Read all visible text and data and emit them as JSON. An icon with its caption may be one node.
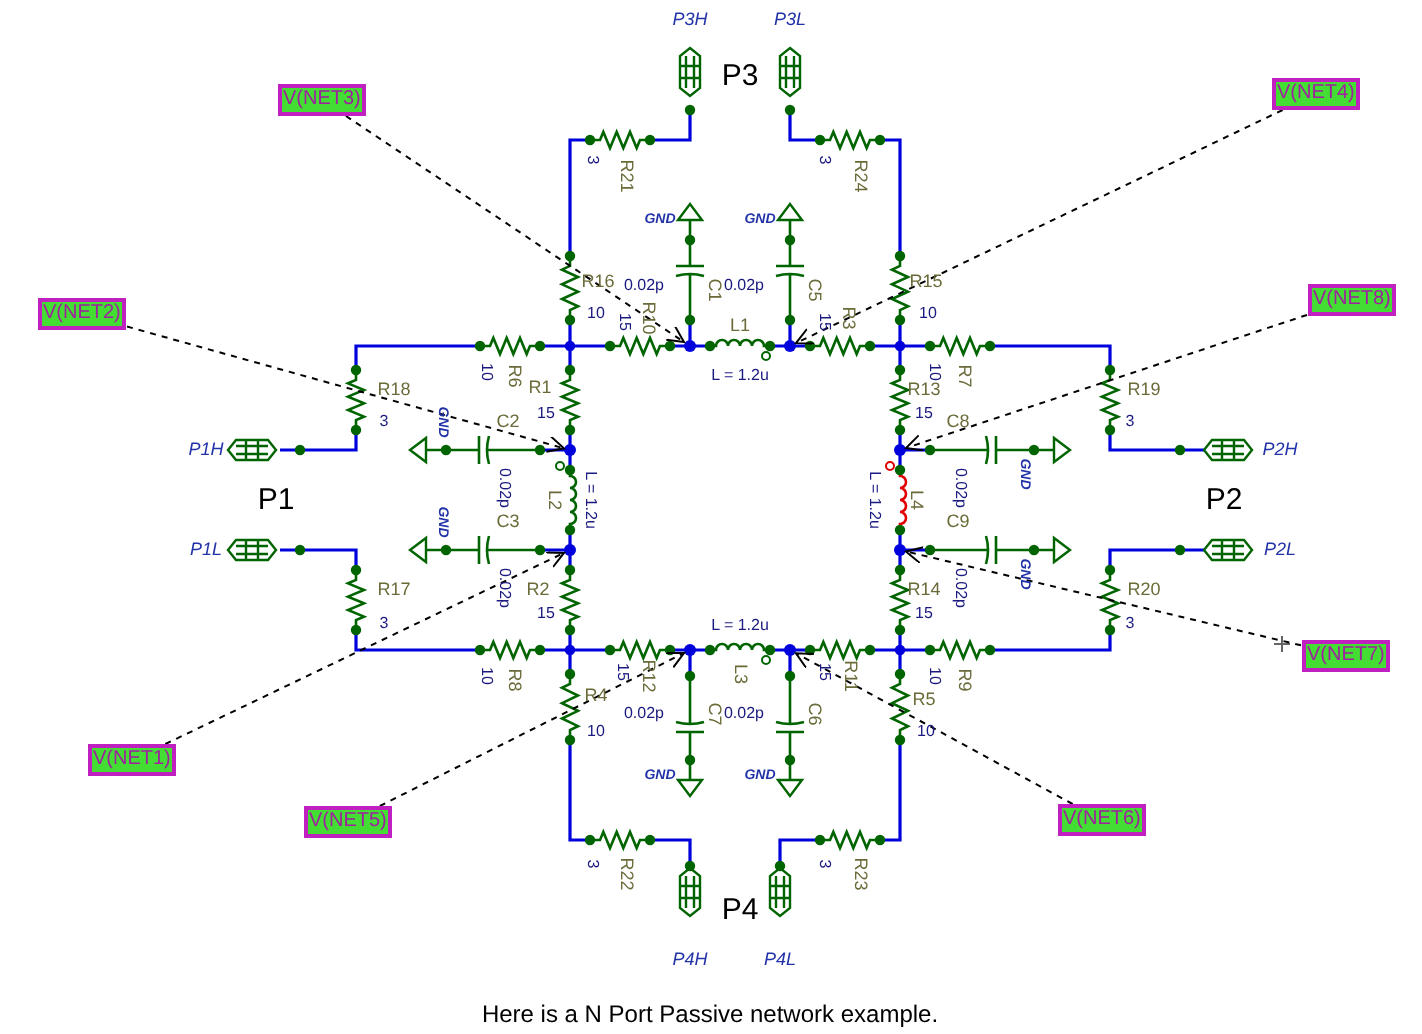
{
  "diagram": {
    "caption": "Here is a N Port Passive network example.",
    "nodes": [
      {
        "text": [
          "V(NET3)"
        ]
      },
      {
        "text": [
          "V(NET4)"
        ]
      },
      {
        "text": [
          "V(NET2)"
        ]
      },
      {
        "text": [
          "V(NET8)"
        ]
      },
      {
        "text": [
          "V(NET7)"
        ]
      },
      {
        "text": [
          "V(NET1)"
        ]
      },
      {
        "text": [
          "V(NET5)"
        ]
      },
      {
        "text": [
          "V(NET6)"
        ]
      },
      {
        "text": [],
        "shape": "circle"
      },
      {
        "text": [],
        "shape": "circle"
      },
      {
        "text": [],
        "shape": "circle"
      },
      {
        "text": [],
        "shape": "circle"
      },
      {
        "text": [],
        "shape": "circle"
      },
      {
        "text": [],
        "shape": "circle"
      },
      {
        "text": [],
        "shape": "circle"
      },
      {
        "text": [],
        "shape": "circle"
      }
    ],
    "edges": [
      {
        "from": 0,
        "to": 8,
        "arrow": "to",
        "style": "dashed"
      },
      {
        "from": 1,
        "to": 9,
        "arrow": "to",
        "style": "dashed"
      },
      {
        "from": 2,
        "to": 10,
        "arrow": "to",
        "style": "dashed"
      },
      {
        "from": 3,
        "to": 11,
        "arrow": "to",
        "style": "dashed"
      },
      {
        "from": 4,
        "to": 13,
        "arrow": "to",
        "style": "dashed"
      },
      {
        "from": 5,
        "to": 12,
        "arrow": "to",
        "style": "dashed"
      },
      {
        "from": 6,
        "to": 14,
        "arrow": "to",
        "style": "dashed"
      },
      {
        "from": 7,
        "to": 15,
        "arrow": "to",
        "style": "dashed"
      }
    ],
    "labels": [
      "P3H",
      "P3L",
      "P3",
      "3",
      "R21",
      "3",
      "R24",
      "GND",
      "GND",
      "R16",
      "0.02p",
      "C1",
      "0.02p",
      "C5",
      "R15",
      "10",
      "15",
      "R10",
      "L1",
      "15",
      "R3",
      "10",
      "R18",
      "10",
      "R6",
      "R1",
      "L = 1.2u",
      "R13",
      "10",
      "R7",
      "R19",
      "3",
      "GND",
      "C2",
      "15",
      "15",
      "C8",
      "3",
      "P1H",
      "P2H",
      "P1",
      "0.02p",
      "L2",
      "L = 1.2u",
      "L = 1.2u",
      "L4",
      "0.02p",
      "GND",
      "P2",
      "GND",
      "C3",
      "C9",
      "P1L",
      "P2L",
      "GND",
      "R17",
      "0.02p",
      "R2",
      "R14",
      "0.02p",
      "R20",
      "3",
      "15",
      "L = 1.2u",
      "15",
      "3",
      "10",
      "R8",
      "15",
      "R12",
      "L3",
      "15",
      "R11",
      "10",
      "R9",
      "R4",
      "0.02p",
      "C7",
      "0.02p",
      "C6",
      "R5",
      "10",
      "10",
      "GND",
      "GND",
      "3",
      "R22",
      "3",
      "R23",
      "P4",
      "P4H",
      "P4L"
    ]
  }
}
